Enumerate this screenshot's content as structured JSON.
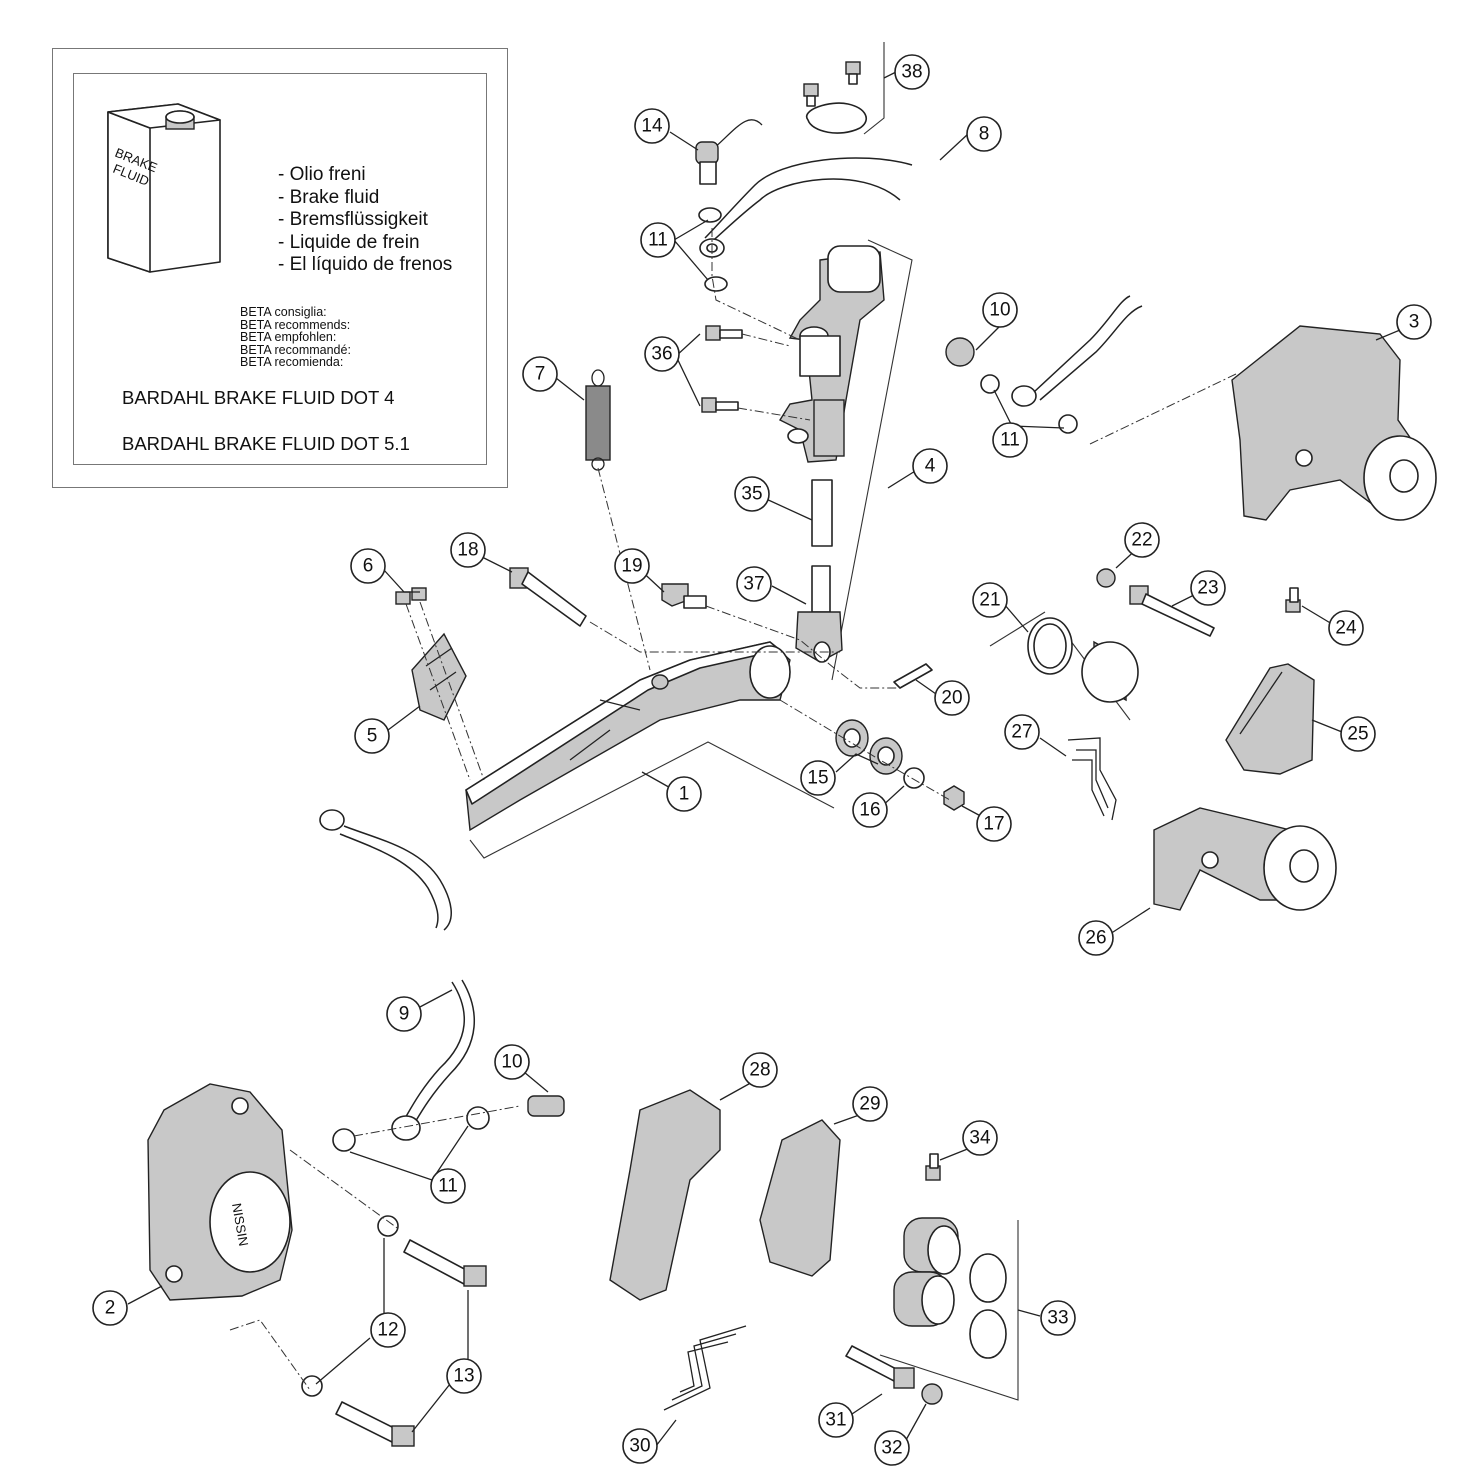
{
  "fluid_box": {
    "can_label": [
      "BRAKE",
      "FLUID"
    ],
    "names": [
      "- Olio freni",
      "- Brake fluid",
      "- Bremsflüssigkeit",
      "- Liquide de frein",
      "- El líquido de frenos"
    ],
    "recommends": [
      "BETA consiglia:",
      "BETA recommends:",
      "BETA empfohlen:",
      "BETA recommandé:",
      "BETA recomienda:"
    ],
    "products": [
      "BARDAHL BRAKE FLUID DOT 4",
      "BARDAHL BRAKE FLUID DOT 5.1"
    ]
  },
  "caliper_brand": "NISSIN",
  "callouts": {
    "c38": "38",
    "c8": "8",
    "c14": "14",
    "c11a": "11",
    "c10a": "10",
    "c3": "3",
    "c36": "36",
    "c7": "7",
    "c11b": "11",
    "c4": "4",
    "c35": "35",
    "c18": "18",
    "c6": "6",
    "c19": "19",
    "c37": "37",
    "c22": "22",
    "c23": "23",
    "c21": "21",
    "c24": "24",
    "c20": "20",
    "c5": "5",
    "c27": "27",
    "c25": "25",
    "c15": "15",
    "c1": "1",
    "c16": "16",
    "c17": "17",
    "c26": "26",
    "c9": "9",
    "c10b": "10",
    "c28": "28",
    "c29": "29",
    "c34": "34",
    "c11c": "11",
    "c2": "2",
    "c12": "12",
    "c33": "33",
    "c13": "13",
    "c31": "31",
    "c30": "30",
    "c32": "32"
  }
}
